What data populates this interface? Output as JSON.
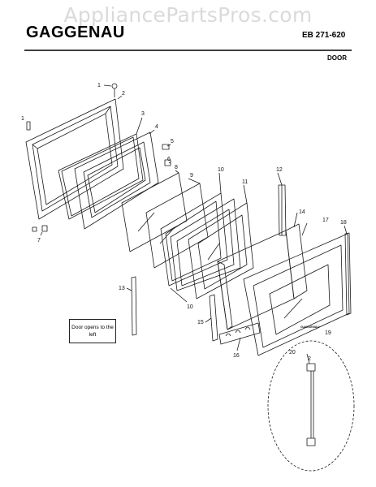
{
  "watermark": "AppliancePartsPros.com",
  "header": {
    "brand": "GAGGENAU",
    "model": "EB 271-620",
    "section": "DOOR"
  },
  "note": "Door opens to the left",
  "callouts": [
    "1",
    "2",
    "3",
    "4",
    "5",
    "6",
    "7",
    "8",
    "9",
    "10",
    "11",
    "12",
    "13",
    "14",
    "15",
    "16",
    "17",
    "18",
    "19",
    "20"
  ],
  "door_logo": "GAGGENAU"
}
